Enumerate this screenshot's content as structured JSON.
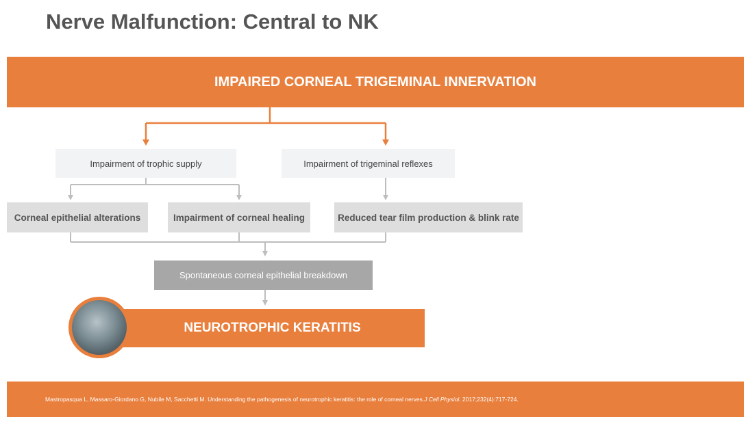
{
  "title": "Nerve Malfunction: Central to NK",
  "banner": "IMPAIRED CORNEAL TRIGEMINAL INNERVATION",
  "level2": [
    "Impairment of trophic supply",
    "Impairment of trigeminal reflexes"
  ],
  "level3": [
    "Corneal epithelial alterations",
    "Impairment of corneal healing",
    "Reduced tear film production & blink rate"
  ],
  "breakdown": "Spontaneous corneal epithelial breakdown",
  "result": "NEUROTROPHIC KERATITIS",
  "citation": {
    "authors": "Mastropasqua L, Massaro-Giordano G, Nubile M, Sacchetti M. Understanding the pathogenesis of neurotrophic keratitis: the role of corneal nerves. ",
    "journal": "J Cell Physiol.",
    "details": " 2017;232(4):717-724."
  },
  "colors": {
    "orange": "#E97F3D",
    "gray": "#A7A7A7"
  }
}
